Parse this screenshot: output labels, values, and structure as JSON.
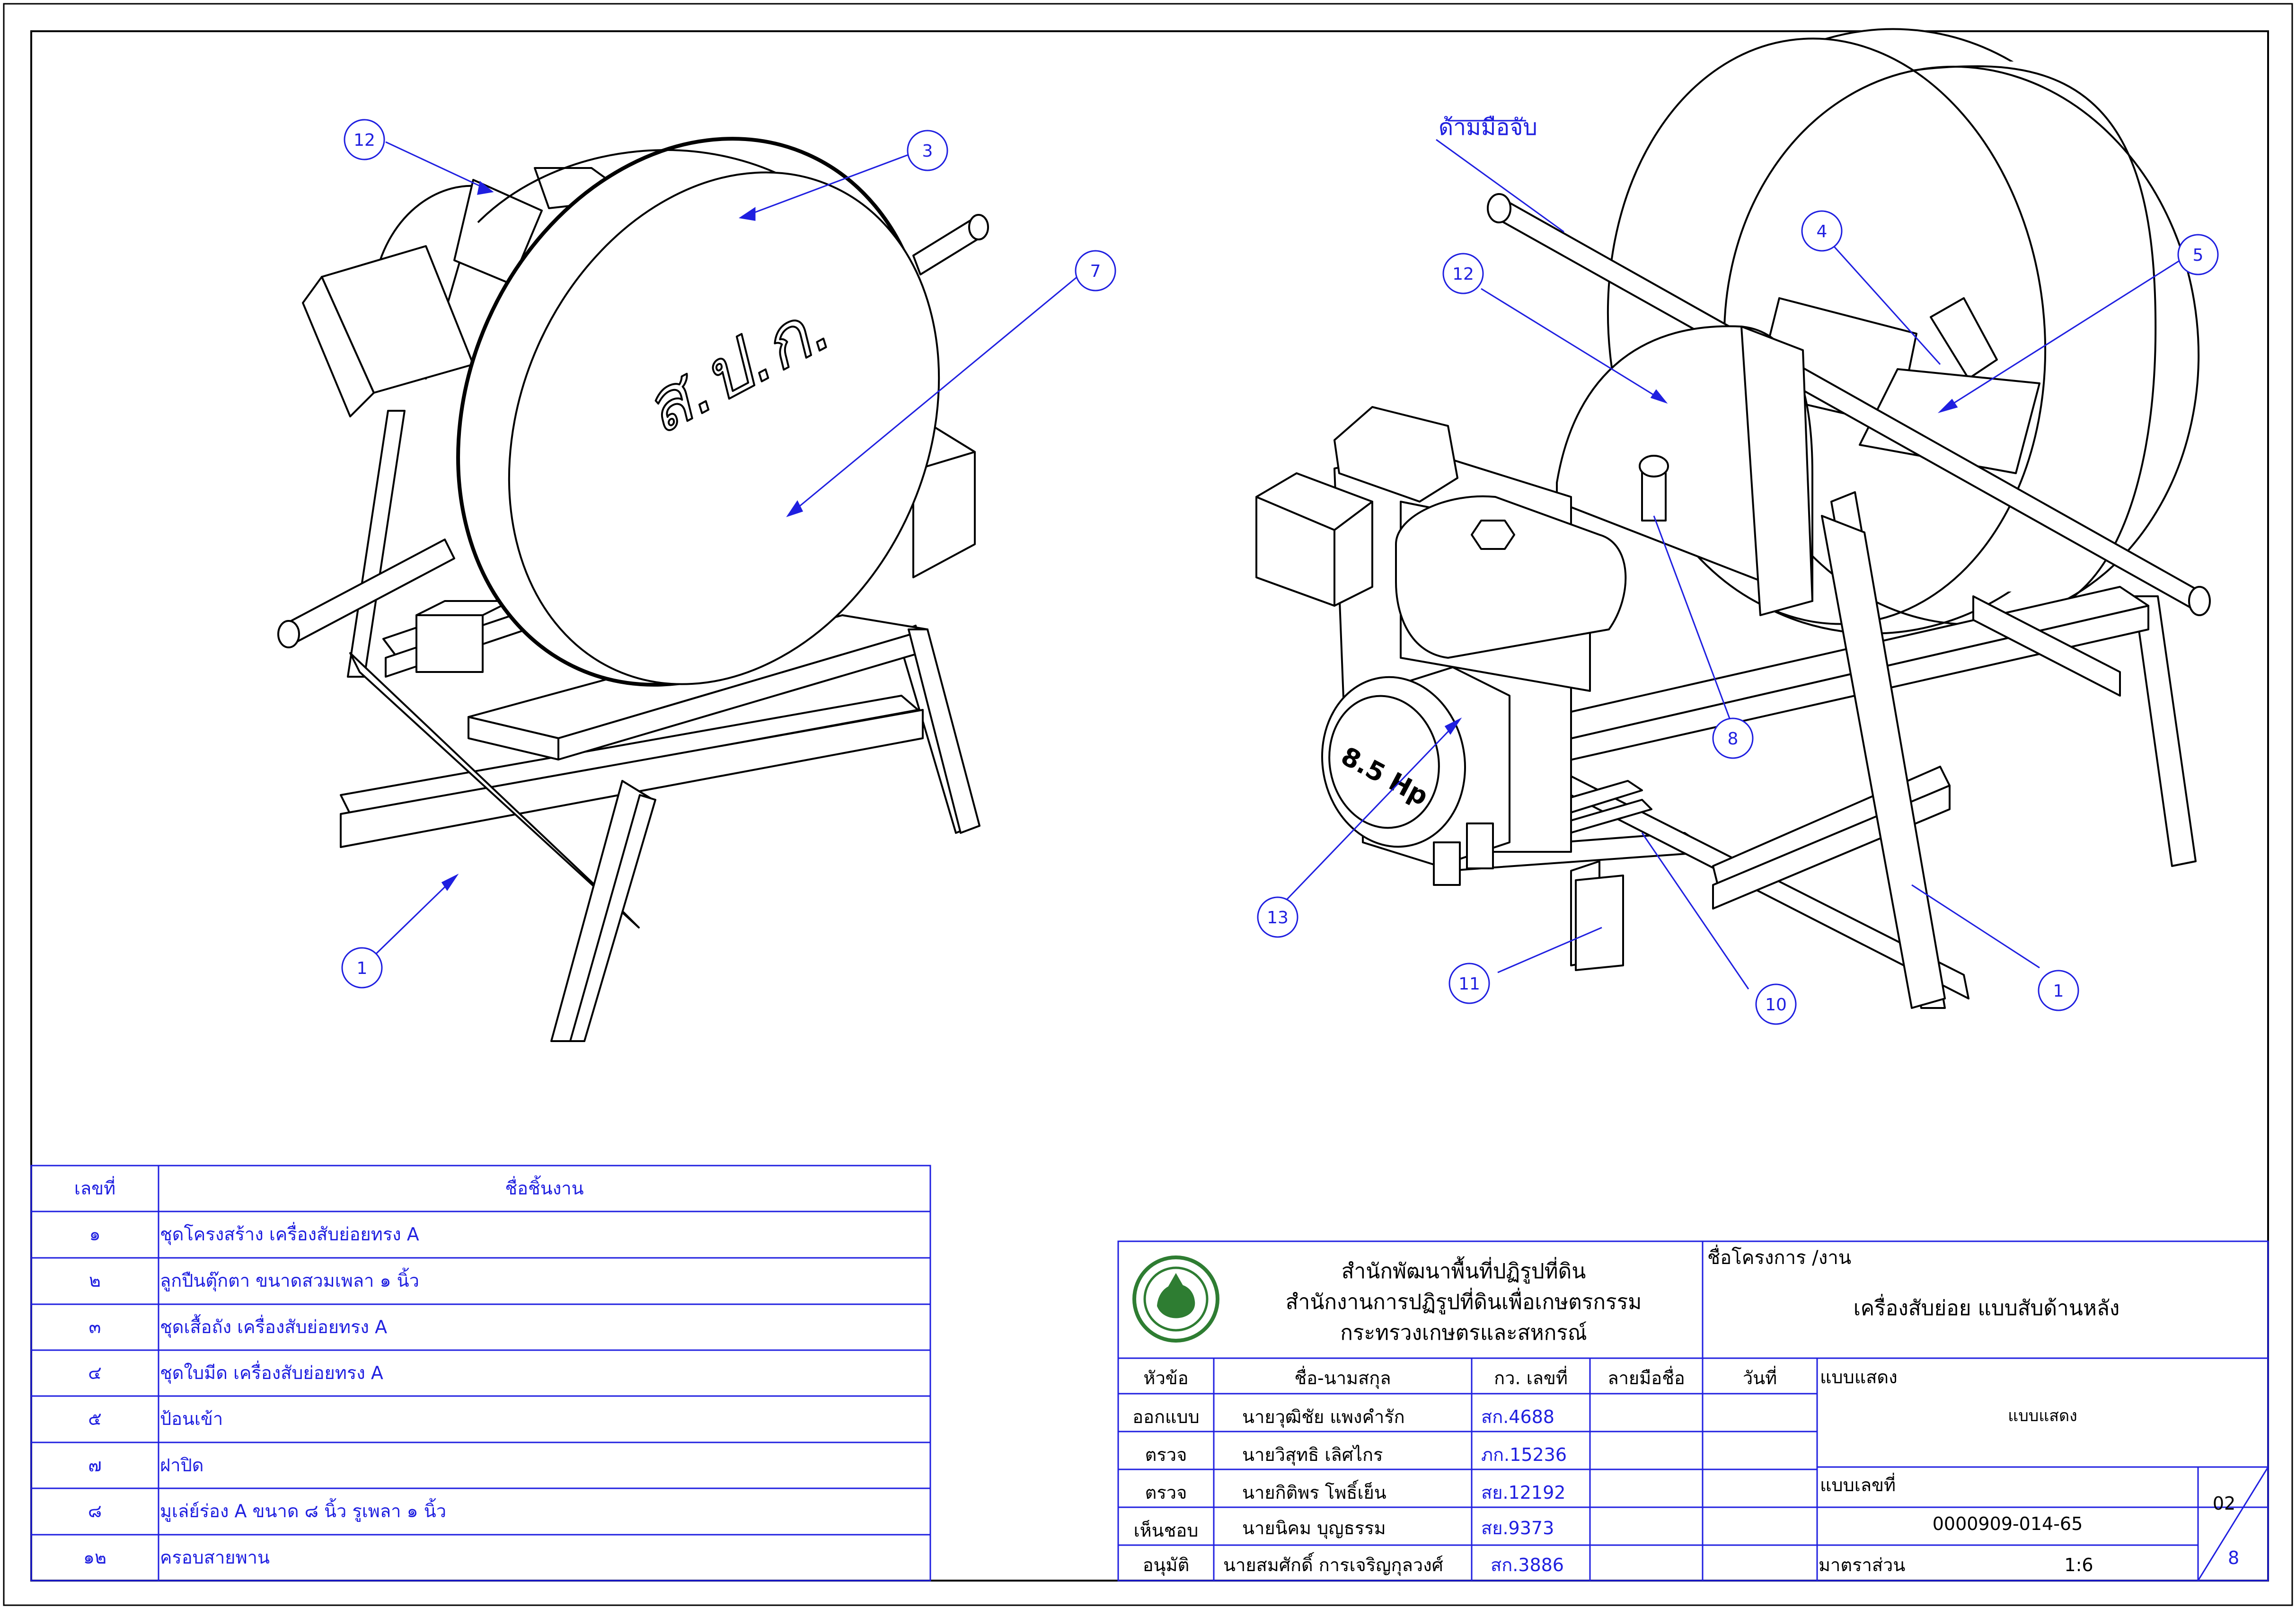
{
  "left_view": {
    "emblem": "ส.ป.ก.",
    "callouts": [
      "12",
      "3",
      "7",
      "1"
    ]
  },
  "right_view": {
    "handle_label": "ด้ามมือจับ",
    "engine_label": "8.5 Hp",
    "callouts": [
      "4",
      "5",
      "12",
      "8",
      "13",
      "11",
      "10",
      "1"
    ]
  },
  "parts_table": {
    "header_no": "เลขที่",
    "header_name": "ชื่อชิ้นงาน",
    "rows": [
      {
        "no": "๑",
        "name": "ชุดโครงสร้าง เครื่องสับย่อยทรง A"
      },
      {
        "no": "๒",
        "name": "ลูกปืนตุ๊กตา ขนาดสวมเพลา ๑ นิ้ว"
      },
      {
        "no": "๓",
        "name": "ชุดเสื้อถัง เครื่องสับย่อยทรง A"
      },
      {
        "no": "๔",
        "name": "ชุดใบมีด เครื่องสับย่อยทรง A"
      },
      {
        "no": "๕",
        "name": "ป้อนเข้า"
      },
      {
        "no": "๗",
        "name": "ฝาปิด"
      },
      {
        "no": "๘",
        "name": "มูเล่ย์ร่อง A ขนาด ๘ นิ้ว รูเพลา ๑ นิ้ว"
      },
      {
        "no": "๑๒",
        "name": "ครอบสายพาน"
      }
    ]
  },
  "title_block": {
    "org_lines": [
      "สำนักพัฒนาพื้นที่ปฏิรูปที่ดิน",
      "สำนักงานการปฏิรูปที่ดินเพื่อเกษตรกรรม",
      "กระทรวงเกษตรและสหกรณ์"
    ],
    "project_label": "ชื่อโครงการ /งาน",
    "project_name": "เครื่องสับย่อย แบบสับด้านหลัง",
    "headers": {
      "role": "หัวข้อ",
      "name": "ชื่อ-นามสกุล",
      "license": "กว. เลขที่",
      "signature": "ลายมือชื่อ",
      "date": "วันที่"
    },
    "signatories": [
      {
        "role": "ออกแบบ",
        "name": "นายวุฒิชัย  แพงคำรัก",
        "license": "สก.4688"
      },
      {
        "role": "ตรวจ",
        "name": "นายวิสุทธิ เลิศไกร",
        "license": "ภก.15236"
      },
      {
        "role": "ตรวจ",
        "name": "นายกิติพร โพธิ์เย็น",
        "license": "สย.12192"
      },
      {
        "role": "เห็นชอบ",
        "name": "นายนิคม บุญธรรม",
        "license": "สย.9373"
      },
      {
        "role": "อนุมัติ",
        "name": "นายสมศักดิ์ การเจริญกุลวงศ์",
        "license": "สก.3886"
      }
    ],
    "drawing_type_label": "แบบแสดง",
    "drawing_type_value": "แบบแสดง",
    "drawing_no_label": "แบบเลขที่",
    "drawing_no_value": "0000909-014-65",
    "scale_label": "มาตราส่วน",
    "scale_value": "1:6",
    "sheet_no": "02",
    "sheet_total": "8"
  },
  "colors": {
    "line": "#000000",
    "annotation": "#1f1fe0",
    "logo": "#2e7d32"
  }
}
